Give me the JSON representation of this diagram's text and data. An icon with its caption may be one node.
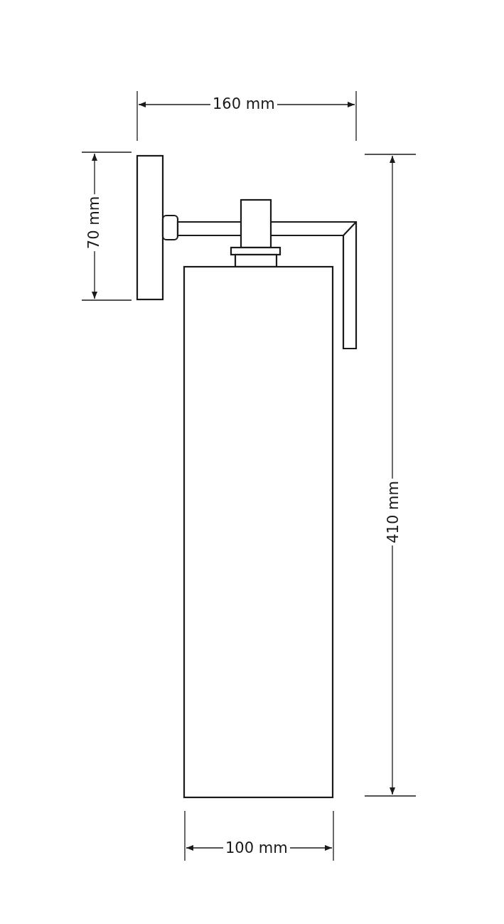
{
  "diagram": {
    "labels": [
      "160 mm",
      "70 mm",
      "410 mm",
      "100 mm"
    ]
  }
}
